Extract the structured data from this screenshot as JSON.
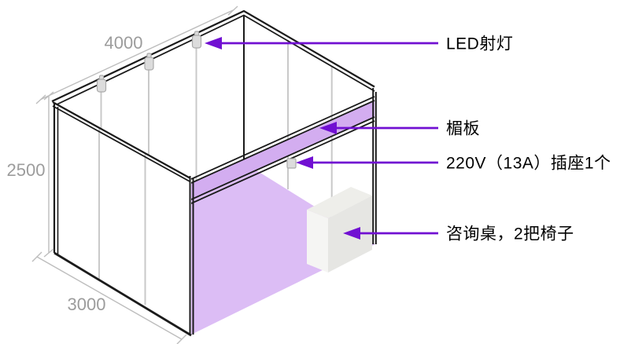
{
  "diagram": {
    "title": "exhibition-booth-isometric-spec",
    "dimensions": {
      "top_width": "4000",
      "left_height": "2500",
      "bottom_depth": "3000"
    },
    "callouts": [
      {
        "label": "LED射灯"
      },
      {
        "label": "楣板"
      },
      {
        "label": "220V（13A）插座1个"
      },
      {
        "label": "咨询桌，2把椅子"
      }
    ],
    "parts": {
      "lights_count": 3,
      "socket_count": 1,
      "table_count": 1
    }
  },
  "colors": {
    "accent": "#7110d2",
    "fascia": "#d3adf0",
    "floor": "#dcbdf5",
    "line": "#1b1b1b",
    "seam": "#c9c9c9",
    "dimline": "#bdbdbd",
    "dimtext": "#9c9c9c",
    "fixture": "#dcdcdc",
    "fixture-stroke": "#aaaaaa",
    "table-top": "#eeeeea",
    "table-left": "#f5f5f3",
    "table-right": "#e6e6e3",
    "label": "#000000",
    "bg": "#ffffff"
  }
}
